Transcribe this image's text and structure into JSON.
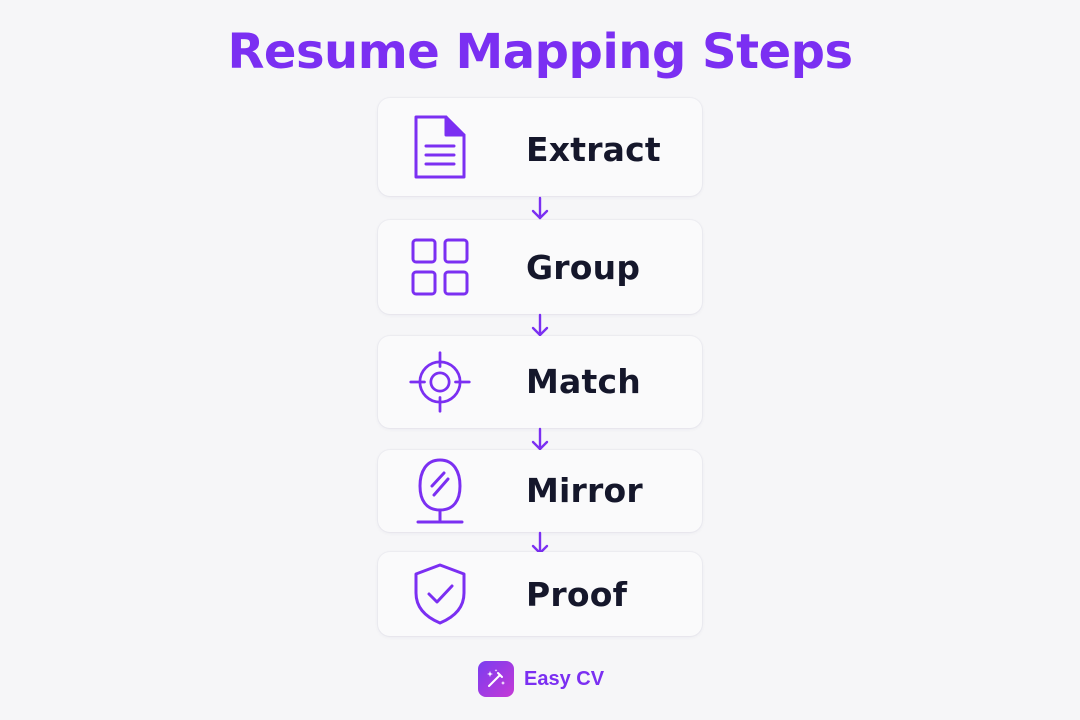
{
  "title": "Resume Mapping Steps",
  "steps": [
    {
      "label": "Extract",
      "icon": "document-icon"
    },
    {
      "label": "Group",
      "icon": "grid-icon"
    },
    {
      "label": "Match",
      "icon": "target-icon"
    },
    {
      "label": "Mirror",
      "icon": "mirror-icon"
    },
    {
      "label": "Proof",
      "icon": "shield-check-icon"
    }
  ],
  "brand": {
    "name": "Easy CV",
    "icon": "magic-wand-icon"
  },
  "colors": {
    "accent": "#7b2ff2",
    "text": "#15172b",
    "background": "#f6f6f8",
    "card": "#fafafb"
  }
}
